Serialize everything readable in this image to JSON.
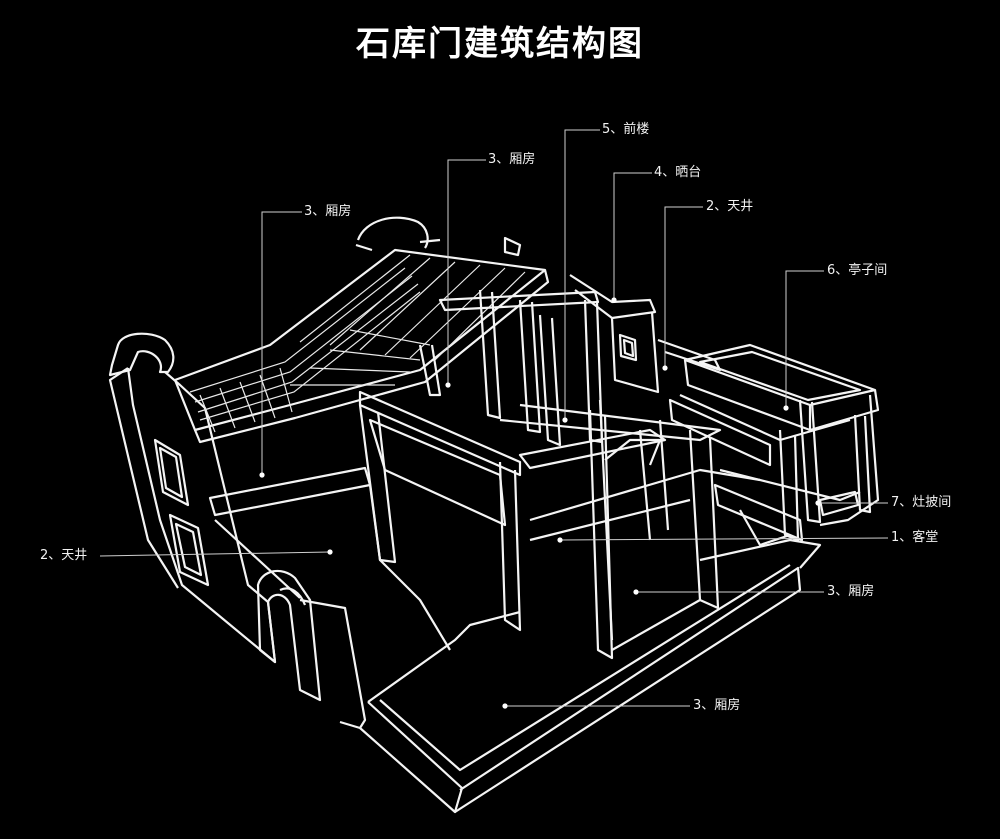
{
  "title": "石库门建筑结构图",
  "labels": [
    {
      "id": "xiangfang-top-center",
      "text": "3、厢房"
    },
    {
      "id": "qianlou",
      "text": "5、前楼"
    },
    {
      "id": "shaitai",
      "text": "4、晒台"
    },
    {
      "id": "xiangfang-top-left",
      "text": "3、厢房"
    },
    {
      "id": "tianjing-right",
      "text": "2、天井"
    },
    {
      "id": "tingzijian",
      "text": "6、亭子间"
    },
    {
      "id": "zaopijian",
      "text": "7、灶披间"
    },
    {
      "id": "tianjing-left",
      "text": "2、天井"
    },
    {
      "id": "ketang",
      "text": "1、客堂"
    },
    {
      "id": "xiangfang-mid-right",
      "text": "3、厢房"
    },
    {
      "id": "xiangfang-bottom",
      "text": "3、厢房"
    }
  ]
}
